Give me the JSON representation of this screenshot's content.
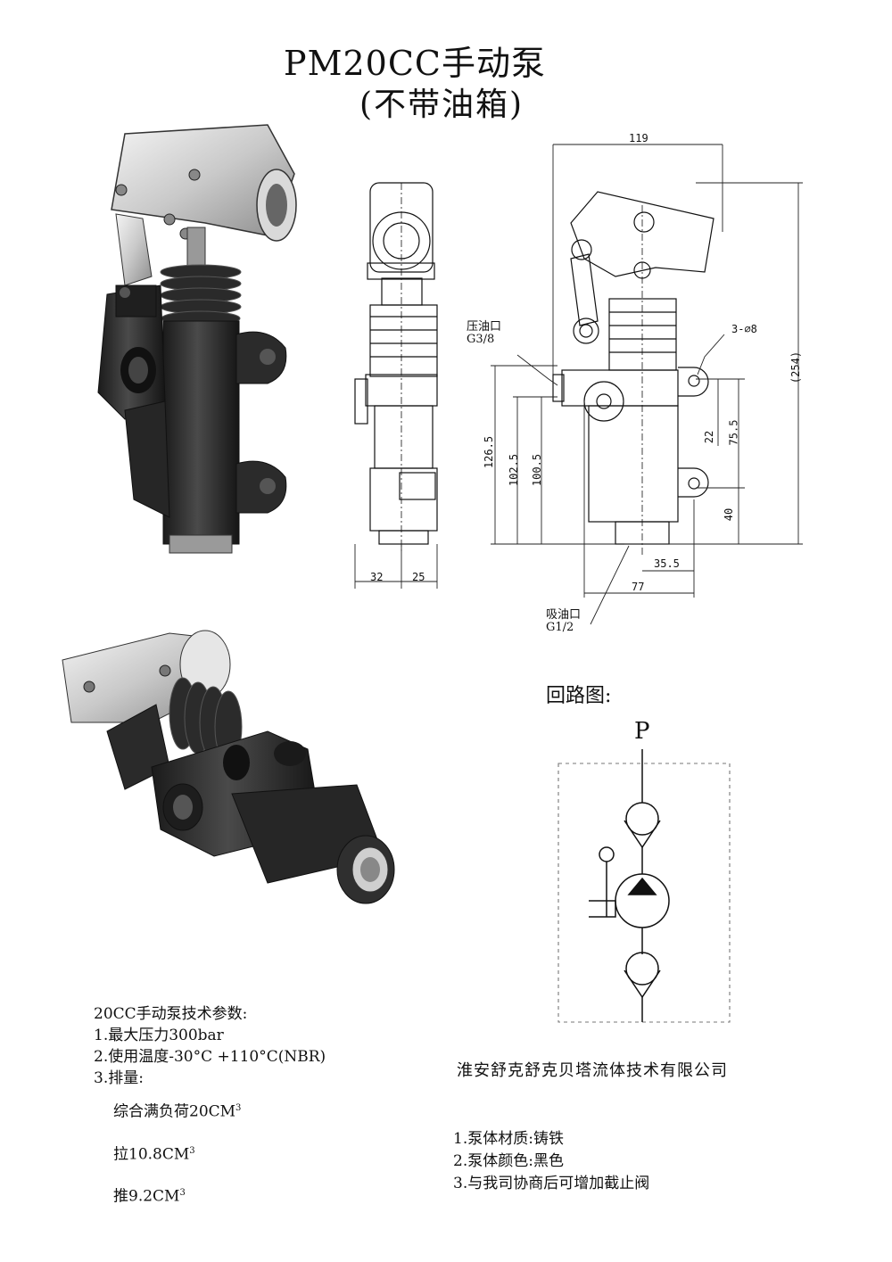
{
  "title": {
    "line1": "PM20CC手动泵",
    "line2": "(不带油箱)"
  },
  "dimensions": {
    "d119": "119",
    "d254": "(254)",
    "d3phi8": "3-∅8",
    "d22": "22",
    "d75_5": "75.5",
    "d40": "40",
    "d126_5": "126.5",
    "d102_5": "102.5",
    "d100_5": "100.5",
    "d32": "32",
    "d25": "25",
    "d35_5": "35.5",
    "d77": "77"
  },
  "ports": {
    "pressure_label": "压油口",
    "pressure_thread": "G3/8",
    "suction_label": "吸油口",
    "suction_thread": "G1/2"
  },
  "circuit": {
    "title": "回路图:",
    "p_label": "P"
  },
  "specs": {
    "heading": "20CC手动泵技术参数:",
    "item1": "1.最大压力300bar",
    "item2": "2.使用温度-30°C +110°C(NBR)",
    "item3": "3.排量:",
    "disp_full": "综合满负荷20CM",
    "disp_pull": "拉10.8CM",
    "disp_push": "推9.2CM",
    "unit_sup": "3"
  },
  "company": "淮安舒克舒克贝塔流体技术有限公司",
  "notes": {
    "n1": "1.泵体材质:铸铁",
    "n2": "2.泵体颜色:黑色",
    "n3": "3.与我司协商后可增加截止阀"
  }
}
